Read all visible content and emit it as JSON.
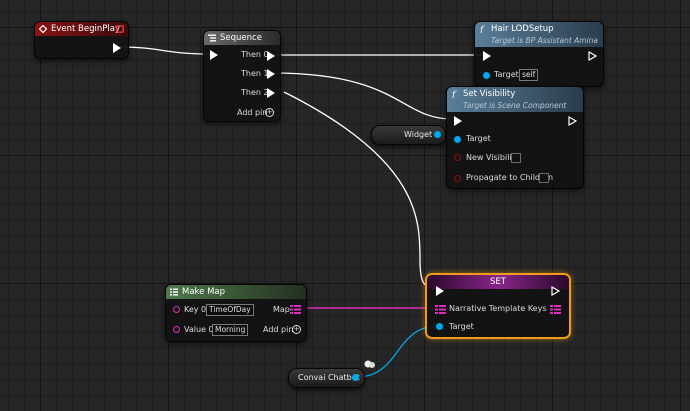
{
  "nodes": {
    "event_begin_play": {
      "title": "Event BeginPlay"
    },
    "sequence": {
      "title": "Sequence",
      "outputs": [
        "Then 0",
        "Then 1",
        "Then 2"
      ],
      "add_pin": "Add pin"
    },
    "hair_lod_setup": {
      "title": "Hair LODSetup",
      "subtitle": "Target is BP Assistant Amina",
      "target_label": "Target",
      "target_value": "self"
    },
    "set_visibility": {
      "title": "Set Visibility",
      "subtitle": "Target is Scene Component",
      "target_label": "Target",
      "new_visibility_label": "New Visibility",
      "propagate_label": "Propagate to Children"
    },
    "widget_var": {
      "label": "Widget"
    },
    "make_map": {
      "title": "Make Map",
      "key_label": "Key 0",
      "key_value": "TimeOfDay",
      "value_label": "Value 0",
      "value_value": "Morning",
      "map_label": "Map",
      "add_pin": "Add pin"
    },
    "set": {
      "title": "SET",
      "var_label": "Narrative Template Keys",
      "target_label": "Target"
    },
    "convai_var": {
      "label": "Convai Chatbot"
    }
  },
  "colors": {
    "event_header": "#8a1212",
    "function_header": "#4e7088",
    "sequence_header": "#777777",
    "make_map_header": "#4a6a48",
    "set_header": "#7a1e7a",
    "exec_wire": "#ffffff",
    "object_pin": "#00a8f0",
    "map_pin": "#e02cbe",
    "selection": "#f09c1a"
  }
}
